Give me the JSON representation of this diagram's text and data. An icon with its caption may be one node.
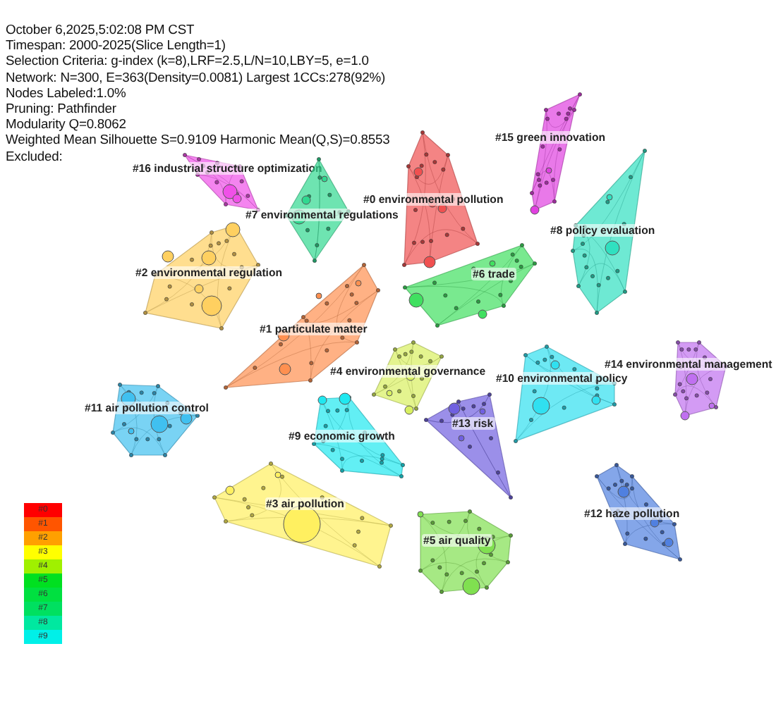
{
  "diagram": {
    "nodes": [
      {
        "text": [
          "#0 environmental pollution"
        ]
      },
      {
        "text": [
          "#15 green innovation"
        ]
      },
      {
        "text": [
          "#16 industrial structure optimization"
        ]
      },
      {
        "text": [
          "#7 environmental regulations"
        ]
      },
      {
        "text": [
          "#8 policy evaluation"
        ]
      },
      {
        "text": [
          "#2 environmental regulation"
        ]
      },
      {
        "text": [
          "#6 trade"
        ]
      },
      {
        "text": [
          "#1 particulate matter"
        ]
      },
      {
        "text": [
          "#4 environmental governance"
        ]
      },
      {
        "text": [
          "#10 environmental policy"
        ]
      },
      {
        "text": [
          "#14 environmental management"
        ]
      },
      {
        "text": [
          "#11 air pollution control"
        ]
      },
      {
        "text": [
          "#13 risk"
        ]
      },
      {
        "text": [
          "#9 economic growth"
        ]
      },
      {
        "text": [
          "#3 air pollution"
        ]
      },
      {
        "text": [
          "#12 haze pollution"
        ]
      },
      {
        "text": [
          "#5 air quality"
        ]
      }
    ],
    "labels": [
      "October 6,2025,5:02:08 PM CST",
      "Timespan: 2000-2025(Slice Length=1)",
      "Selection Criteria: g-index (k=8),LRF=2.5,L/N=10,LBY=5, e=1.0",
      "Network: N=300, E=363(Density=0.0081) Largest 1CCs:278(92%)",
      "Nodes Labeled:1.0%",
      "Pruning: Pathfinder",
      "Modularity Q=0.8062",
      "Weighted Mean Silhouette S=0.9109 Harmonic Mean(Q,S)=0.8553",
      "Excluded:"
    ],
    "legend": [
      {
        "text": "#0",
        "color": "#ff0000"
      },
      {
        "text": "#1",
        "color": "#ff5500"
      },
      {
        "text": "#2",
        "color": "#ffa000"
      },
      {
        "text": "#3",
        "color": "#ffff00"
      },
      {
        "text": "#4",
        "color": "#a0f000"
      },
      {
        "text": "#5",
        "color": "#00e020"
      },
      {
        "text": "#6",
        "color": "#00e040"
      },
      {
        "text": "#7",
        "color": "#00e060"
      },
      {
        "text": "#8",
        "color": "#00e8a0"
      },
      {
        "text": "#9",
        "color": "#00f0e8"
      }
    ]
  }
}
